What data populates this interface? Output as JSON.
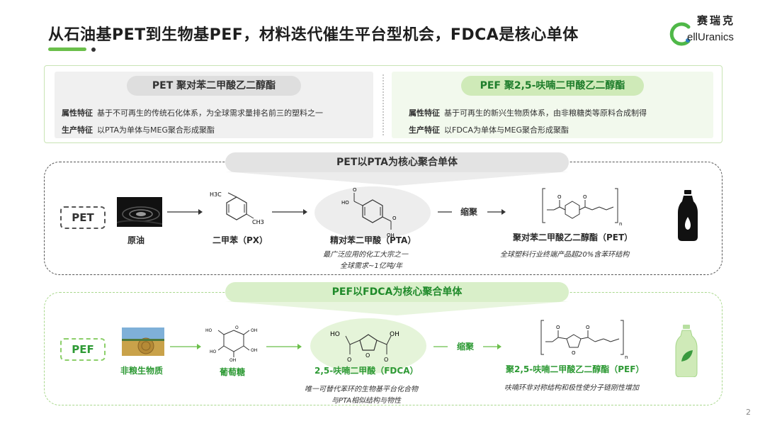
{
  "title": "从石油基PET到生物基PEF，材料迭代催生平台型机会，FDCA是核心单体",
  "logo": {
    "cn": "赛瑞克",
    "en": "CellUranics",
    "en_tail": "ellUranics"
  },
  "page_number": "2",
  "colors": {
    "accent_green": "#6bbf4b",
    "dark_green": "#2e9a35",
    "grey": "#555555"
  },
  "compare": {
    "pet": {
      "name": "PET 聚对苯二甲酸乙二醇酯",
      "props": [
        {
          "label": "属性特征",
          "text": "基于不可再生的传统石化体系，为全球需求量排名前三的塑料之一"
        },
        {
          "label": "生产特征",
          "text": "以PTA为单体与MEG聚合形成聚酯"
        }
      ]
    },
    "pef": {
      "name": "PEF 聚2,5-呋喃二甲酸乙二醇酯",
      "props": [
        {
          "label": "属性特征",
          "text": "基于可再生的新兴生物质体系，由非粮糖类等原料合成制得"
        },
        {
          "label": "生产特征",
          "text": "以FDCA为单体与MEG聚合形成聚酯"
        }
      ]
    }
  },
  "pet_flow": {
    "banner": "PET以PTA为核心聚合单体",
    "tag": "PET",
    "nodes": {
      "crude": "原油",
      "px": "二甲苯（PX）",
      "pta": "精对苯二甲酸（PTA）",
      "pet": "聚对苯二甲酸乙二醇酯（PET）"
    },
    "arrow_label": "缩聚",
    "pta_notes": [
      "最广泛应用的化工大宗之一",
      "全球需求~1亿吨/年"
    ],
    "pet_note": "全球塑料行业终端产品超20%含苯环结构",
    "chem": {
      "ch3_top": "H3C",
      "ch3_bottom": "CH3",
      "ho": "HO",
      "oh": "OH",
      "o": "O",
      "n": "n"
    }
  },
  "pef_flow": {
    "banner": "PEF以FDCA为核心聚合单体",
    "tag": "PEF",
    "nodes": {
      "biomass": "非粮生物质",
      "glucose": "葡萄糖",
      "fdca": "2,5-呋喃二甲酸（FDCA）",
      "pef": "聚2,5-呋喃二甲酸乙二醇酯（PEF）"
    },
    "arrow_label": "缩聚",
    "fdca_notes": [
      "唯一可替代苯环的生物基平台化合物",
      "与PTA相似结构与物性"
    ],
    "pef_note": "呋喃环非对称结构和极性使分子链刚性增加",
    "chem": {
      "ho": "HO",
      "oh": "OH",
      "o": "O",
      "n": "n"
    }
  }
}
